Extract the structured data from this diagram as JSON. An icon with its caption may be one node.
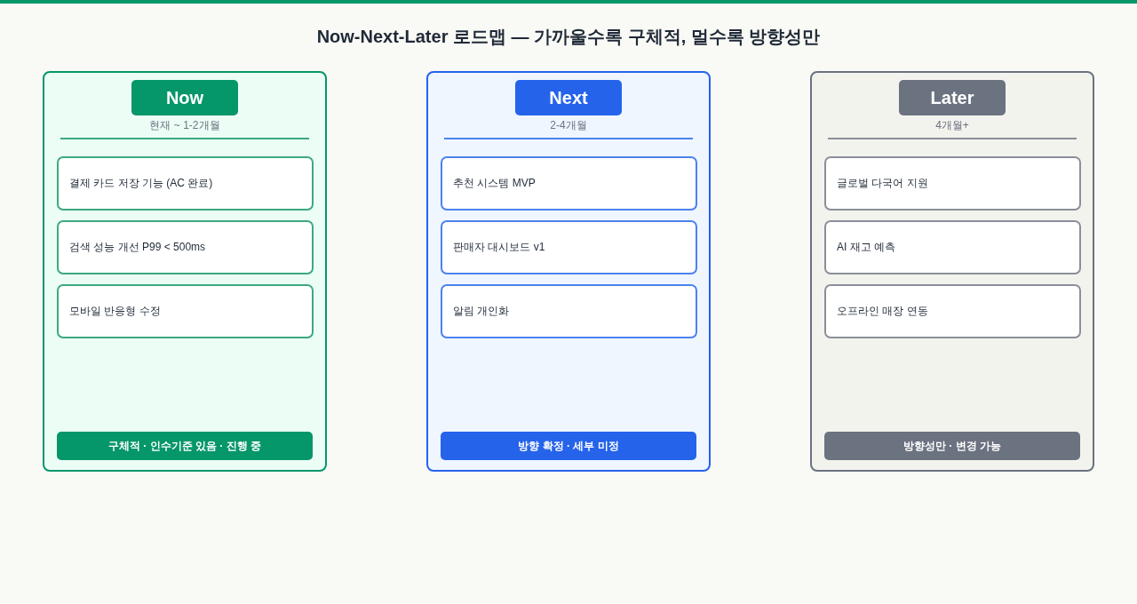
{
  "diagram": {
    "title": "Now-Next-Later 로드맵 — 가까울수록 구체적, 멀수록 방향성만",
    "nodes": [
      {
        "text": [],
        "shape": "box"
      },
      {
        "text": [
          "Now"
        ],
        "beside": [
          "현재 ~ 1-2개월"
        ],
        "in": 0
      },
      {
        "text": [
          "결제 카드 저장 기능 (AC 완료)"
        ],
        "in": 0
      },
      {
        "text": [
          "검색 성능 개선 P99 < 500ms"
        ],
        "in": 0
      },
      {
        "text": [
          "모바일 반응형 수정"
        ],
        "in": 0
      },
      {
        "text": [
          "구체적 · 인수기준 있음 · 진행 중"
        ],
        "in": 0
      },
      {
        "text": [],
        "shape": "box"
      },
      {
        "text": [
          "Next"
        ],
        "beside": [
          "2-4개월"
        ],
        "in": 6
      },
      {
        "text": [
          "추천 시스템 MVP"
        ],
        "in": 6
      },
      {
        "text": [
          "판매자 대시보드 v1"
        ],
        "in": 6
      },
      {
        "text": [
          "알림 개인화"
        ],
        "in": 6
      },
      {
        "text": [
          "방향 확정 · 세부 미정"
        ],
        "in": 6
      },
      {
        "text": [],
        "shape": "box"
      },
      {
        "text": [
          "Later"
        ],
        "beside": [
          "4개월+"
        ],
        "in": 12
      },
      {
        "text": [
          "글로벌 다국어 지원"
        ],
        "in": 12
      },
      {
        "text": [
          "AI 재고 예측"
        ],
        "in": 12
      },
      {
        "text": [
          "오프라인 매장 연동"
        ],
        "in": 12
      },
      {
        "text": [
          "방향성만 · 변경 가능"
        ],
        "in": 12
      }
    ]
  }
}
